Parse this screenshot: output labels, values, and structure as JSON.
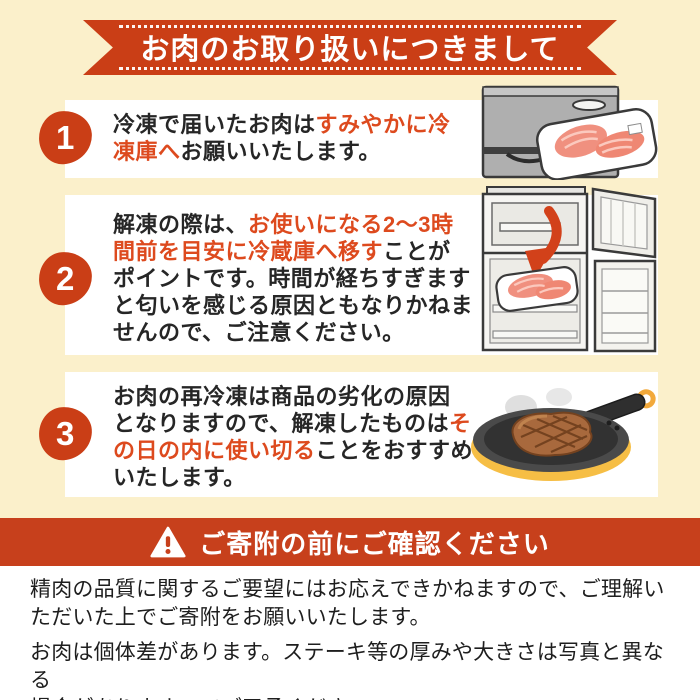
{
  "header": {
    "title": "お肉のお取り扱いにつきまして"
  },
  "steps": [
    {
      "number": "1",
      "text_before": "冷凍で届いたお肉は",
      "text_highlight": "すみやかに冷\n凍庫へ",
      "text_after": "お願いいたします。",
      "illustration": "closed-refrigerator-with-meat-tray"
    },
    {
      "number": "2",
      "text_before": "解凍の際は、",
      "text_highlight": "お使いになる2〜3時\n間前を目安に冷蔵庫へ移す",
      "text_after": "ことが\nポイントです。時間が経ちすぎます\nと匂いを感じる原因ともなりかねま\nせんので、ご注意ください。",
      "illustration": "open-refrigerator-with-red-arrow-and-meat-tray"
    },
    {
      "number": "3",
      "text_before": "お肉の再冷凍は商品の劣化の原因\nとなりますので、解凍したものは",
      "text_highlight": "そ\nの日の内に使い切る",
      "text_after": "ことをおすすめ\nいたします。",
      "illustration": "frying-pan-with-steak"
    }
  ],
  "confirm": {
    "icon": "warning-triangle-icon",
    "title": "ご寄附の前にご確認ください"
  },
  "notes": {
    "paragraphs": [
      "精肉の品質に関するご要望にはお応えできかねますので、ご理解い\nただいた上でご寄附をお願いいたします。",
      "お肉は個体差があります。ステーキ等の厚みや大きさは写真と異なる\n場合がありますのでご了承ください。"
    ]
  },
  "colors": {
    "background_cream": "#FBF0CB",
    "accent_red": "#CA3E16",
    "band_red": "#C7401C",
    "highlight_text_red": "#DD4A1E",
    "body_text_black": "#262626",
    "box_white": "#FFFFFF",
    "fridge_gray": "#AFAFAF",
    "meat_pink": "#F0907F",
    "pan_yellow": "#F6BE45",
    "steak_brown": "#A8693D"
  }
}
